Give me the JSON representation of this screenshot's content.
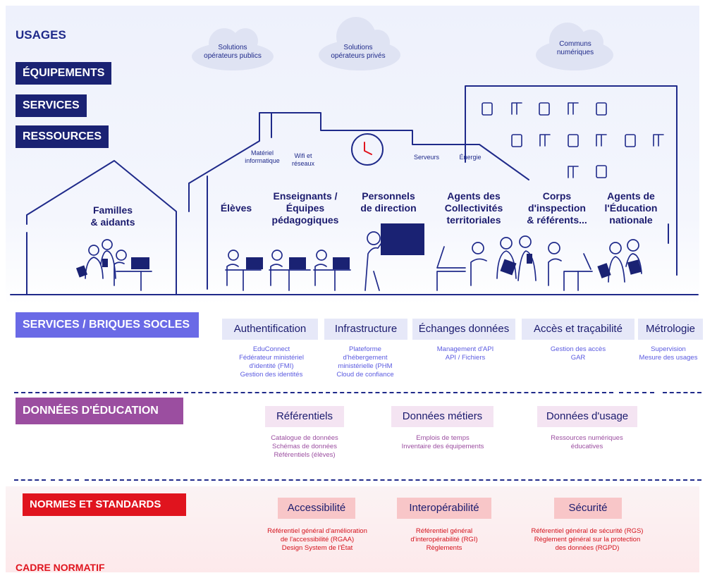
{
  "usages": "USAGES",
  "left_pills": [
    "ÉQUIPEMENTS",
    "SERVICES",
    "RESSOURCES"
  ],
  "clouds": [
    "Solutions\nopérateurs publics",
    "Solutions\nopérateurs privés",
    "Communs\nnumériques"
  ],
  "equipment_labels": {
    "materiel": "Matériel\ninformatique",
    "wifi": "Wifi et\nréseaux",
    "serveurs": "Serveurs",
    "energie": "Énergie"
  },
  "actors": [
    "Familles\n& aidants",
    "Élèves",
    "Enseignants /\nÉquipes\npédagogiques",
    "Personnels\nde direction",
    "Agents des\nCollectivités\nterritoriales",
    "Corps\nd'inspection\n& référents...",
    "Agents de\nl'Éducation\nnationale"
  ],
  "services": {
    "title": "SERVICES / BRIQUES SOCLES",
    "columns": [
      {
        "header": "Authentification",
        "items": "EduConnect\nFédérateur ministériel\nd'identité (FMI)\nGestion des identités"
      },
      {
        "header": "Infrastructure",
        "items": "Plateforme\nd'hébergement\nministérielle (PHM\nCloud de confiance"
      },
      {
        "header": "Échanges données",
        "items": "Management d'API\nAPI / Fichiers"
      },
      {
        "header": "Accès et traçabilité",
        "items": "Gestion des accès\nGAR"
      },
      {
        "header": "Métrologie",
        "items": "Supervision\nMesure des usages"
      }
    ]
  },
  "donnees": {
    "title": "DONNÉES D'ÉDUCATION",
    "columns": [
      {
        "header": "Référentiels",
        "items": "Catalogue de données\nSchémas de données\nRéférentiels (élèves)"
      },
      {
        "header": "Données métiers",
        "items": "Emplois de temps\nInventaire des équipements"
      },
      {
        "header": "Données d'usage",
        "items": "Ressources numériques\néducatives"
      }
    ]
  },
  "normes": {
    "title": "NORMES ET STANDARDS",
    "columns": [
      {
        "header": "Accessibilité",
        "items": "Référentiel général d'amélioration\nde l'accessibilité (RGAA)\nDesign System de l'État"
      },
      {
        "header": "Interopérabilité",
        "items": "Référentiel général\nd'interopérabilité (RGI)\nRèglements"
      },
      {
        "header": "Sécurité",
        "items": "Référentiel général de sécurité (RGS)\nRèglement général sur la protection\ndes données (RGPD)"
      }
    ]
  },
  "cadre": "CADRE NORMATIF",
  "colors": {
    "navy": "#1a2273",
    "blue": "#6a6ae6",
    "purple": "#9b4ea0",
    "red": "#e0141e",
    "stroke": "#1f2a8a"
  }
}
